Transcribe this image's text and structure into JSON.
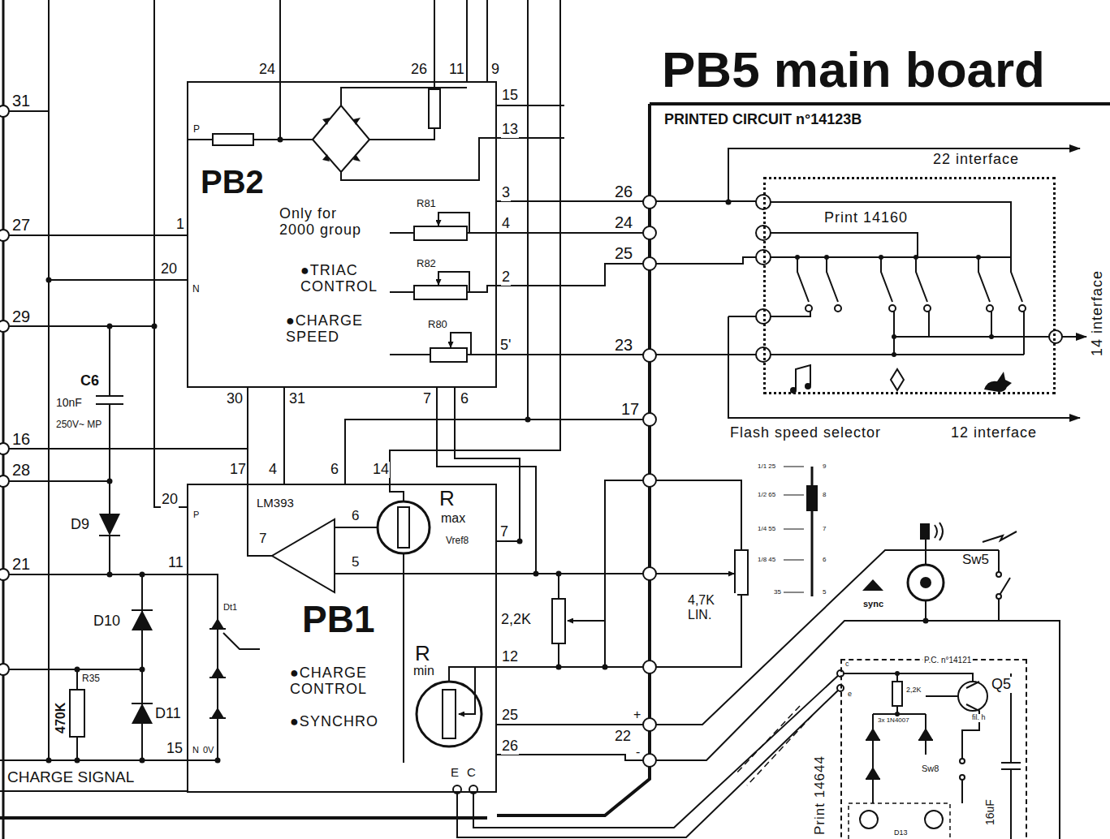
{
  "diagram": {
    "title": "PB5 main board",
    "nodes": [
      {
        "text": [
          "PB2",
          "Only for 2000 group",
          "●TRIAC CONTROL",
          "●CHARGE SPEED"
        ]
      },
      {
        "text": [
          "PB1",
          "●CHARGE CONTROL",
          "●SYNCHRO"
        ]
      },
      {
        "text": [
          "Print 14160"
        ]
      },
      {
        "text": [
          "Print 14644",
          "P.C. n°14121"
        ]
      }
    ],
    "edges": [
      {
        "from": 0,
        "to": 1,
        "arrow": "none"
      },
      {
        "from": 0,
        "to": 2,
        "arrow": "none"
      }
    ],
    "labels": [
      "31",
      "27",
      "29",
      "16",
      "28",
      "21",
      "24",
      "26",
      "11",
      "9",
      "15",
      "13",
      "P",
      "1",
      "20",
      "N",
      "R81",
      "3",
      "4",
      "R82",
      "2",
      "R80",
      "5'",
      "30",
      "31",
      "7",
      "6",
      "C6",
      "10nF",
      "250V~ MP",
      "D9",
      "17",
      "4",
      "6",
      "14",
      "20",
      "P",
      "LM393",
      "6",
      "7",
      "R",
      "max",
      "Vref8",
      "7",
      "11",
      "5",
      "Dt1",
      "D10",
      "2,2K",
      "4,7K LIN.",
      "R",
      "min",
      "12",
      "R35",
      "D11",
      "470K",
      "25",
      "15",
      "N",
      "0V",
      "26",
      "CHARGE SIGNAL",
      "E",
      "C",
      "26",
      "24",
      "25",
      "23",
      "17",
      "+",
      "22",
      "-",
      "PRINTED CIRCUIT n°14123B",
      "22 interface",
      "14 interface",
      "Flash speed selector",
      "12 interface",
      "1/1 25",
      "9",
      "1/2 65",
      "8",
      "1/4 55",
      "7",
      "1/8 45",
      "6",
      "35",
      "5",
      "sync",
      "Sw5",
      "c",
      "e",
      "2,2K",
      "Q5",
      "fil. h",
      "3x 1N4007",
      "Sw8",
      "16uF",
      "D13"
    ]
  }
}
